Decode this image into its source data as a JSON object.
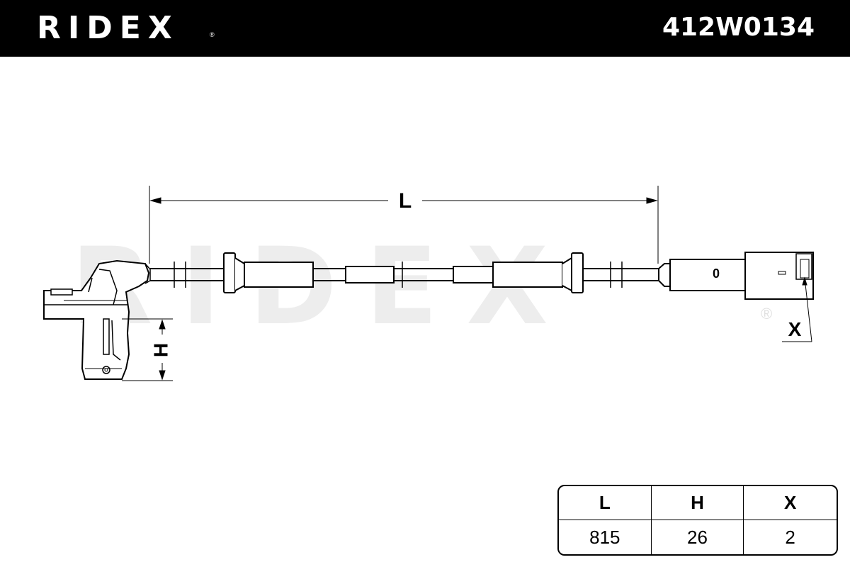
{
  "header": {
    "brand": "RIDEX",
    "brand_mark": "®",
    "part_number": "412W0134"
  },
  "watermark": {
    "text": "RIDEX",
    "mark": "®"
  },
  "drawing": {
    "dimension_L": "L",
    "dimension_H": "H",
    "dimension_X": "X",
    "connector_marking": "0"
  },
  "spec_table": {
    "headers": [
      "L",
      "H",
      "X"
    ],
    "values": [
      "815",
      "26",
      "2"
    ]
  }
}
